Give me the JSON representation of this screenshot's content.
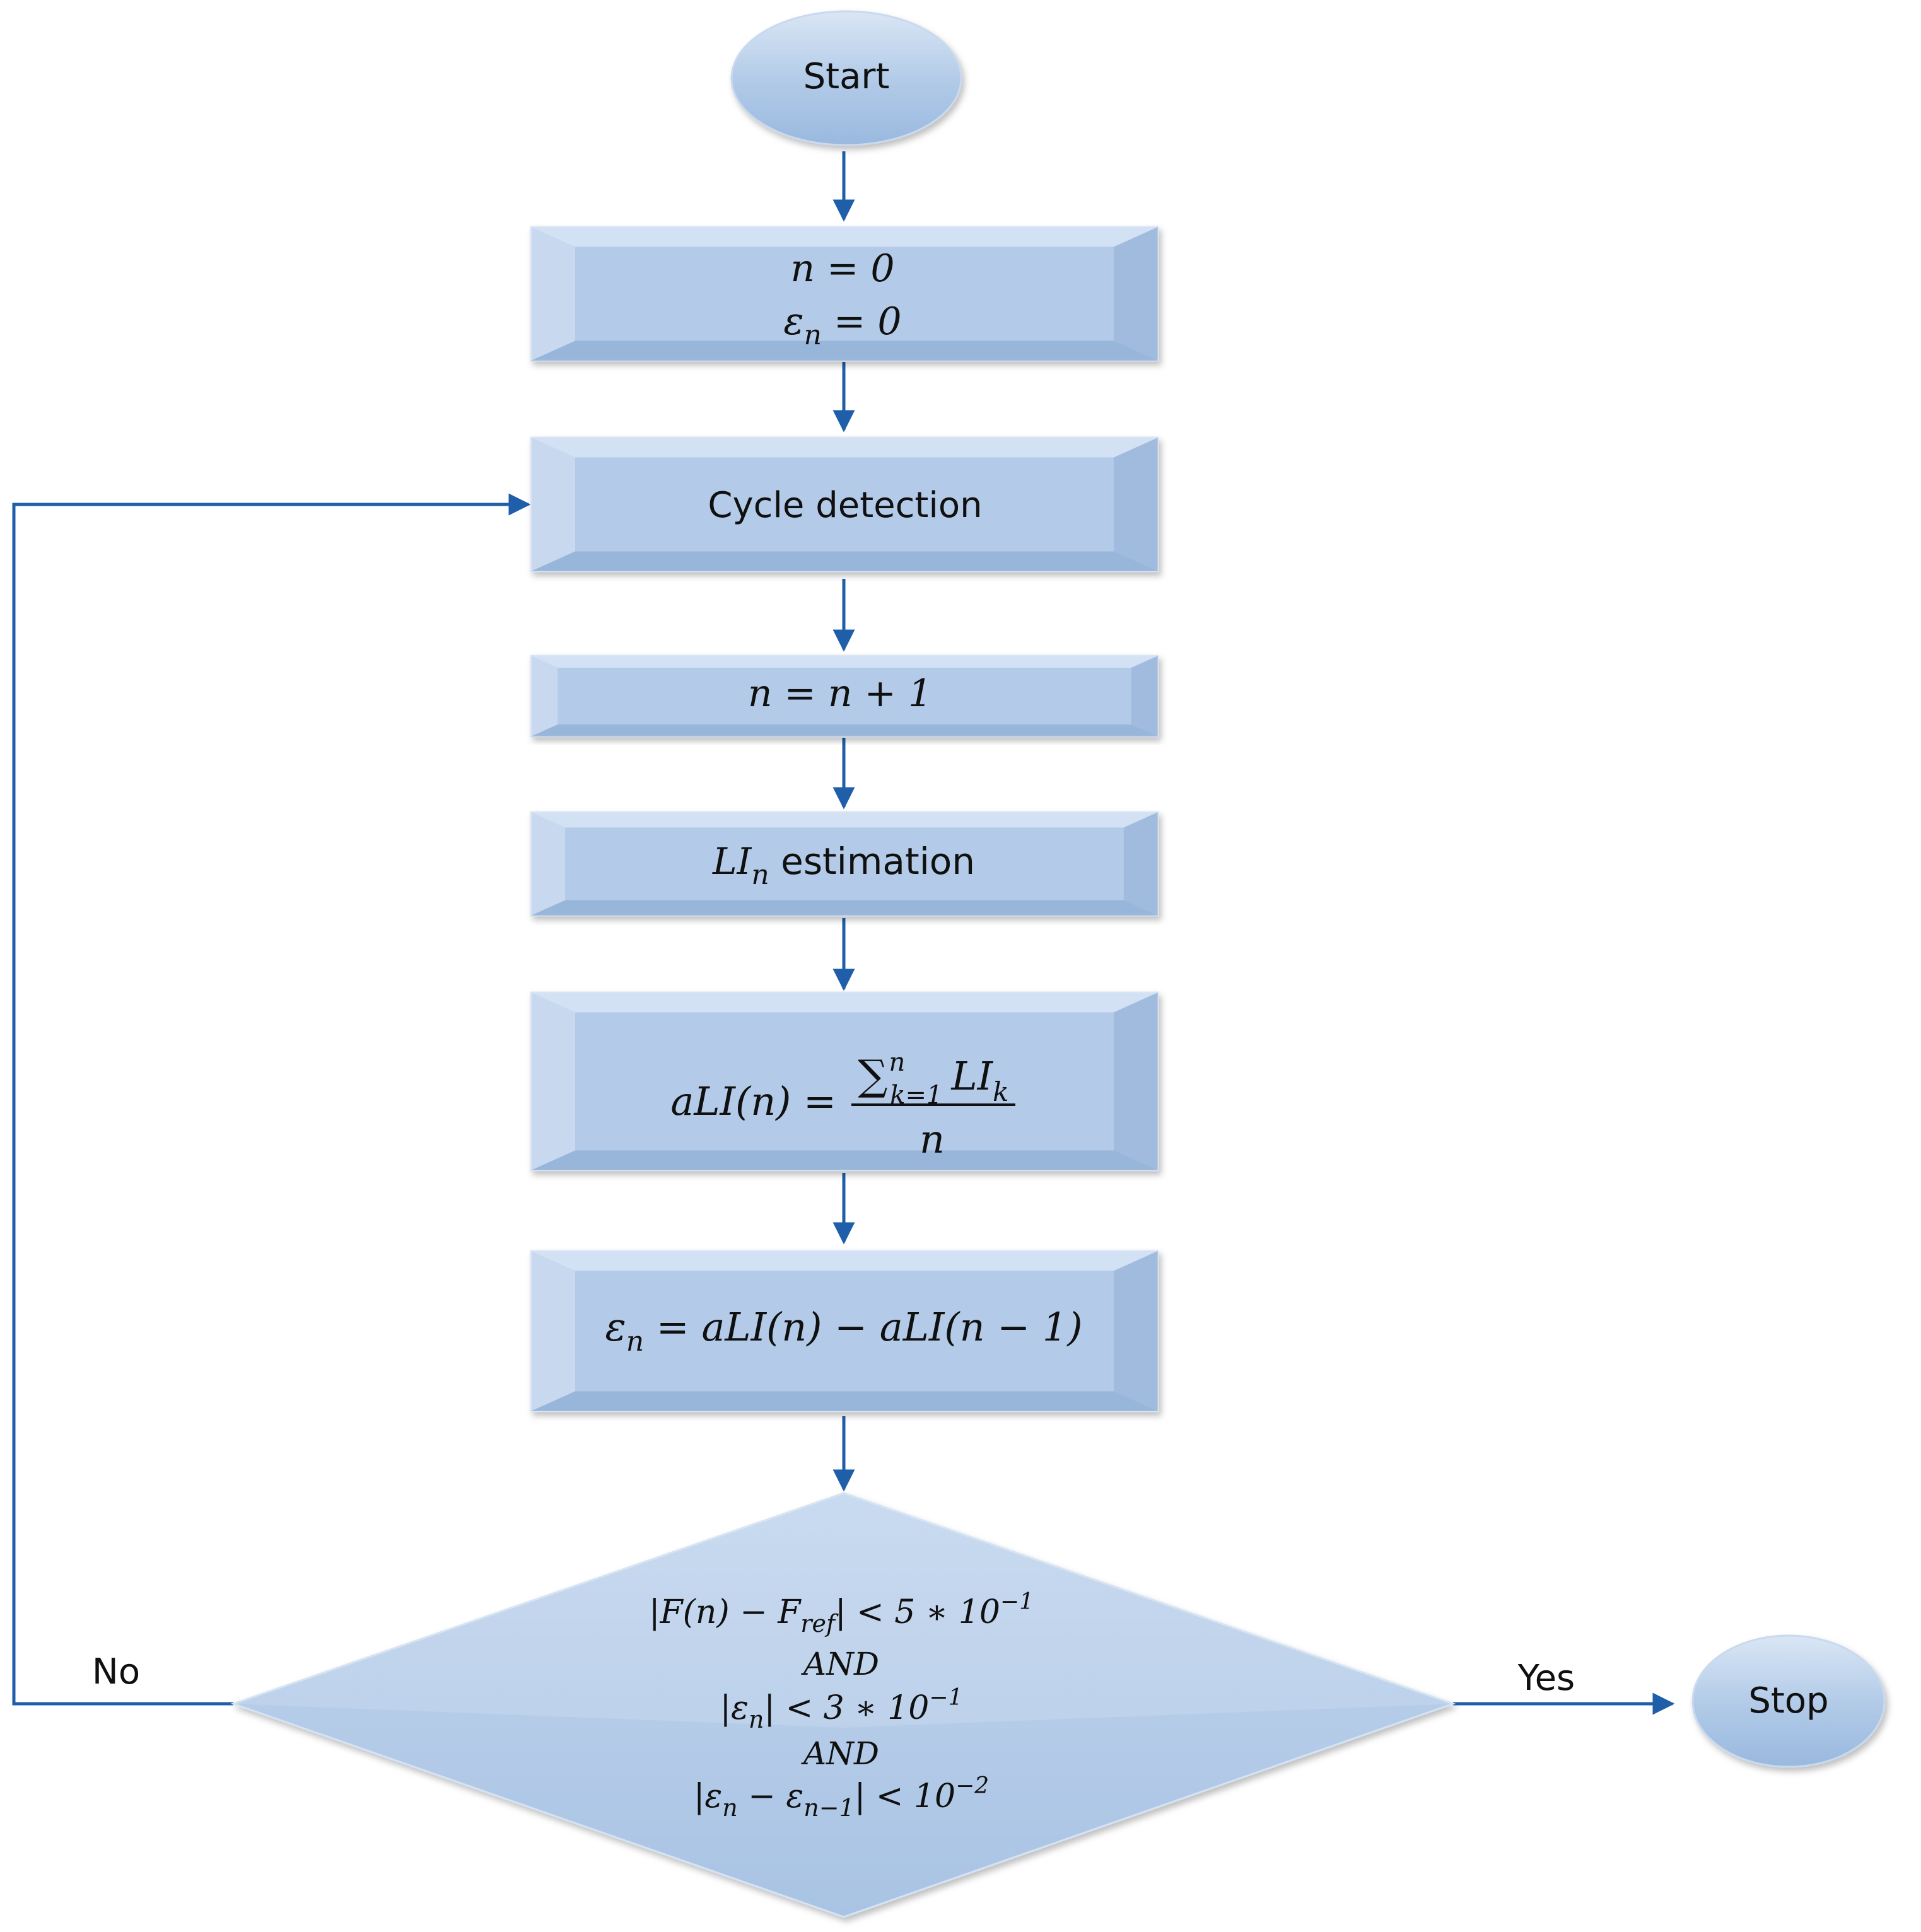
{
  "nodes": {
    "start": {
      "label": "Start"
    },
    "init": {
      "line1": "n = 0",
      "line2_sym": "ε",
      "line2_sub": "n",
      "line2_rest": " = 0"
    },
    "cycle_detection": {
      "label": "Cycle detection"
    },
    "increment": {
      "label": "n = n + 1"
    },
    "li_estimation": {
      "sym": "LI",
      "sub": "n",
      "rest": " estimation"
    },
    "ali": {
      "lhs": "aLI(n) =",
      "sum_sym": "∑",
      "sum_upper": "n",
      "sum_lower": "k=1",
      "sum_term": "LI",
      "sum_term_sub": "k",
      "denominator": "n"
    },
    "epsilon": {
      "sym": "ε",
      "sub": "n",
      "rest": " = aLI(n) − aLI(n − 1)"
    },
    "decision": {
      "line1_a": "|F(n) − F",
      "line1_sub": "ref",
      "line1_b": "| < 5 ∗ 10",
      "line1_sup": "−1",
      "and1": "AND",
      "line2_a": "|ε",
      "line2_sub": "n",
      "line2_b": "| < 3 ∗ 10",
      "line2_sup": "−1",
      "and2": "AND",
      "line3_a": "|ε",
      "line3_sub1": "n",
      "line3_mid": " − ε",
      "line3_sub2": "n−1",
      "line3_b": "| < 10",
      "line3_sup": "−2"
    },
    "stop": {
      "label": "Stop"
    }
  },
  "edges": {
    "no_label": "No",
    "yes_label": "Yes"
  },
  "colors": {
    "box_fill": "#b3cbe8",
    "box_light": "#d5e3f4",
    "box_dark": "#8faed6",
    "arrow": "#1f5ea8"
  }
}
